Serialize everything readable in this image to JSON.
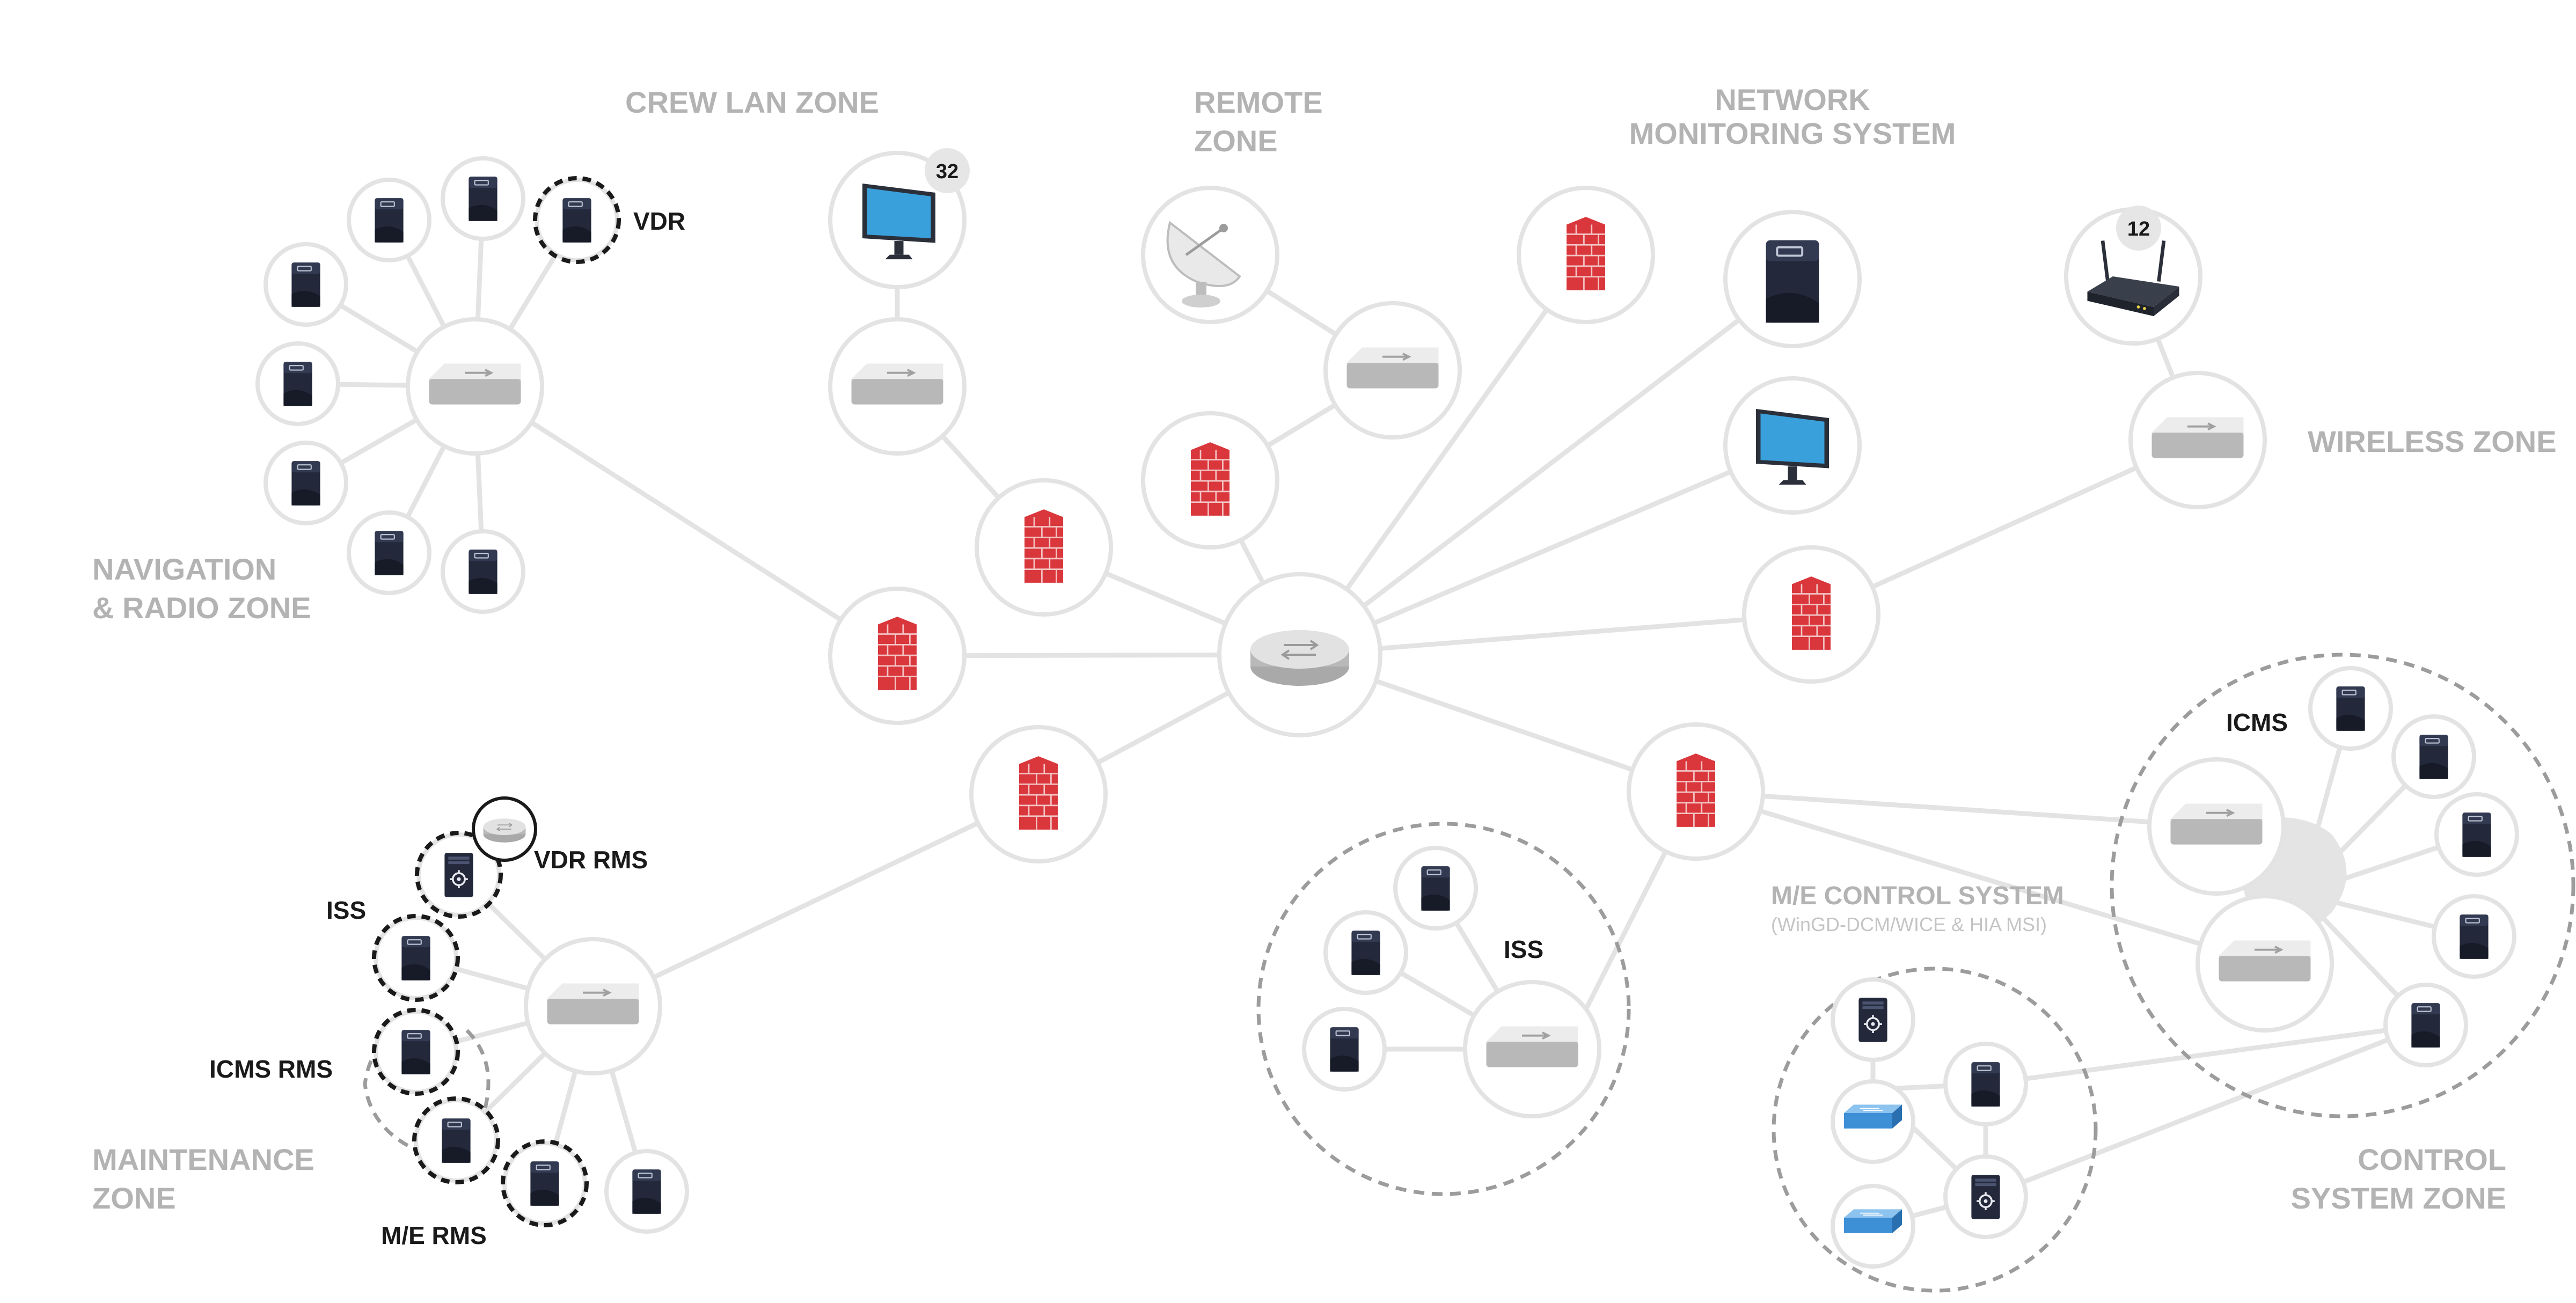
{
  "zones": {
    "crew_lan": "CREW LAN ZONE",
    "remote": [
      "REMOTE",
      "ZONE"
    ],
    "network_monitoring": [
      "NETWORK",
      "MONITORING SYSTEM"
    ],
    "navigation": [
      "NAVIGATION",
      "& RADIO ZONE"
    ],
    "wireless": "WIRELESS ZONE",
    "maintenance": [
      "MAINTENANCE",
      "ZONE"
    ],
    "me_control": "M/E CONTROL SYSTEM",
    "me_control_sub": "(WinGD-DCM/WICE & HIA MSI)",
    "control_system": [
      "CONTROL",
      "SYSTEM ZONE"
    ]
  },
  "labels": {
    "vdr": "VDR",
    "vdr_rms": "VDR RMS",
    "iss_maint": "ISS",
    "icms_rms": "ICMS RMS",
    "me_rms": "M/E RMS",
    "iss_group": "ISS",
    "icms": "ICMS"
  },
  "badges": {
    "crew_monitor_count": "32",
    "wireless_router_count": "12"
  },
  "colors": {
    "link": "#e3e3e3",
    "zone_label": "#b3b3b3",
    "firewall": "#d9373c",
    "server": "#23283a",
    "monitor": "#3aa0dc",
    "blue_switch": "#3d8fd6"
  }
}
